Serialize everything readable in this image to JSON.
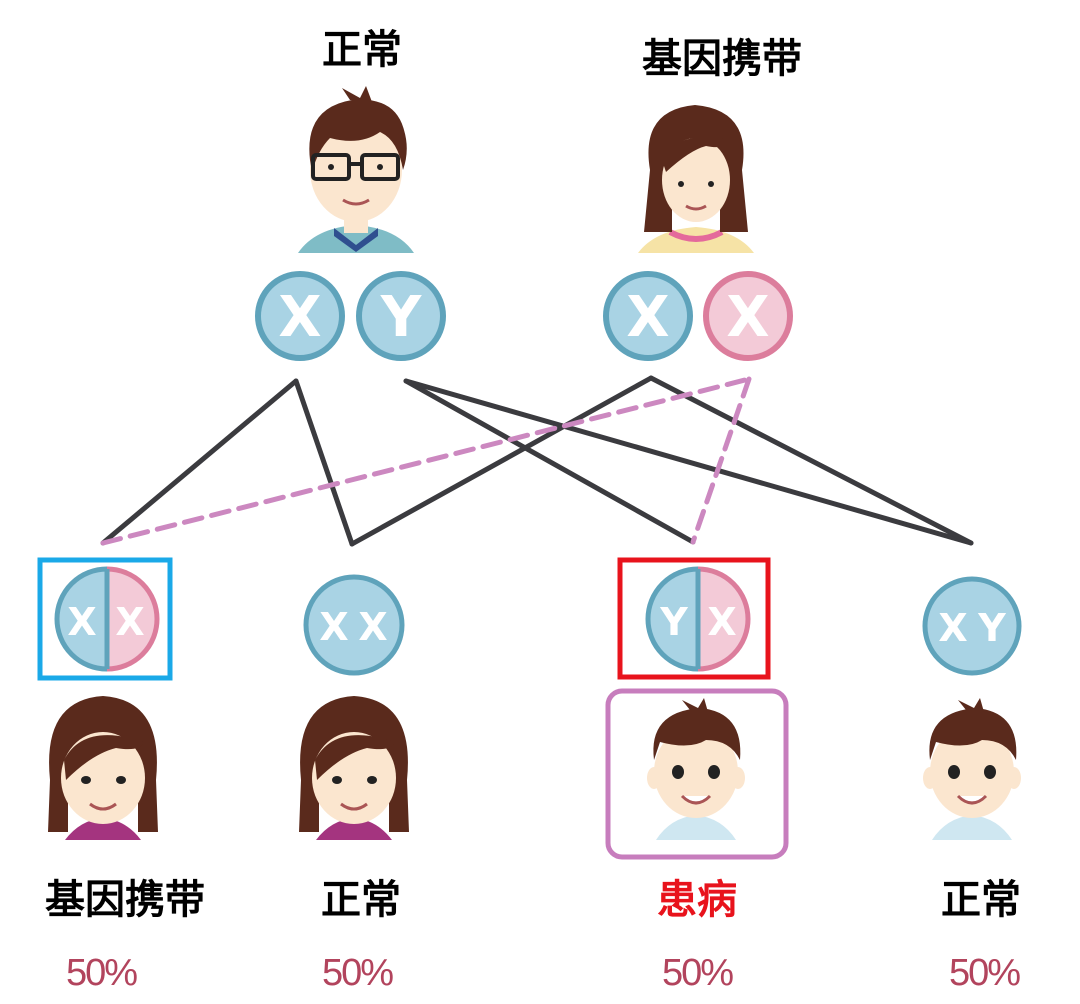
{
  "colors": {
    "normal_chrom_fill": "#a9d3e4",
    "normal_chrom_stroke": "#5fa3bb",
    "carrier_chrom_fill": "#f3cad7",
    "carrier_chrom_stroke": "#dc7d9c",
    "solid_line": "#3b3b3f",
    "dashed_line": "#cc88c0",
    "label_normal": "#000000",
    "label_affected": "#e8131c",
    "percent": "#b2445d",
    "highlight_blue": "#1aa9e8",
    "highlight_red": "#e8131c",
    "highlight_purple": "#c77dbd",
    "hair": "#5a2a1c",
    "skin": "#fbe6cf"
  },
  "parents": {
    "father": {
      "label": "正常",
      "chromosomes": [
        {
          "letter": "X",
          "type": "normal"
        },
        {
          "letter": "Y",
          "type": "normal"
        }
      ],
      "icon": "man-with-glasses-avatar"
    },
    "mother": {
      "label": "基因携带",
      "chromosomes": [
        {
          "letter": "X",
          "type": "normal"
        },
        {
          "letter": "X",
          "type": "carrier"
        }
      ],
      "icon": "woman-avatar"
    }
  },
  "children": [
    {
      "label": "基因携带",
      "percent": "50%",
      "chromosomes": [
        "X",
        "X"
      ],
      "split": true,
      "status": "carrier",
      "icon": "girl-avatar"
    },
    {
      "label": "正常",
      "percent": "50%",
      "chromosomes": [
        "X",
        "X"
      ],
      "split": false,
      "status": "normal",
      "icon": "girl-avatar"
    },
    {
      "label": "患病",
      "percent": "50%",
      "chromosomes": [
        "Y",
        "X"
      ],
      "split": true,
      "status": "affected",
      "icon": "boy-avatar"
    },
    {
      "label": "正常",
      "percent": "50%",
      "chromosomes": [
        "X",
        "Y"
      ],
      "split": false,
      "status": "normal",
      "icon": "boy-avatar"
    }
  ]
}
